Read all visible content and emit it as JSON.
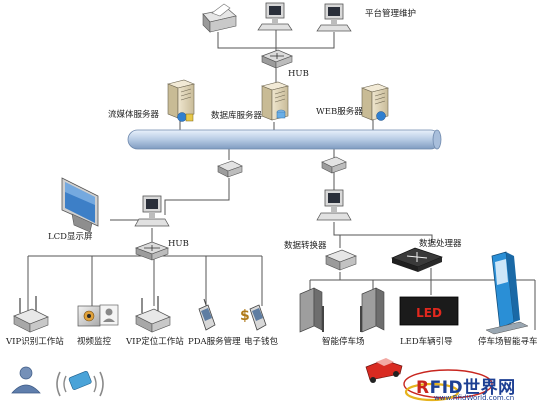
{
  "labels": {
    "platform": "平台管理维护",
    "hub_top": "HUB",
    "stream_server": "流媒体服务器",
    "db_server": "数据库服务器",
    "web_server": "WEB服务器",
    "lcd": "LCD显示屏",
    "hub_left": "HUB",
    "data_converter": "数据转换器",
    "data_processor": "数据处理器",
    "vip_recognize": "VIP识别工作站",
    "video_monitor": "视频监控",
    "vip_locate": "VIP定位工作站",
    "pda": "PDA服务管理",
    "wallet": "电子钱包",
    "smart_parking": "智能停车场",
    "led_guide": "LED车辆引导",
    "car_search": "停车场智能寻车"
  },
  "led_text": "LED",
  "brand": {
    "name_prefix": "R",
    "name_rest": "FID世界网",
    "url": "www.RfidWorld.com.cn"
  },
  "colors": {
    "backbone": "#bcd0e8",
    "line": "#555555",
    "brand_blue": "#1d3f93",
    "brand_red": "#c8261f"
  }
}
